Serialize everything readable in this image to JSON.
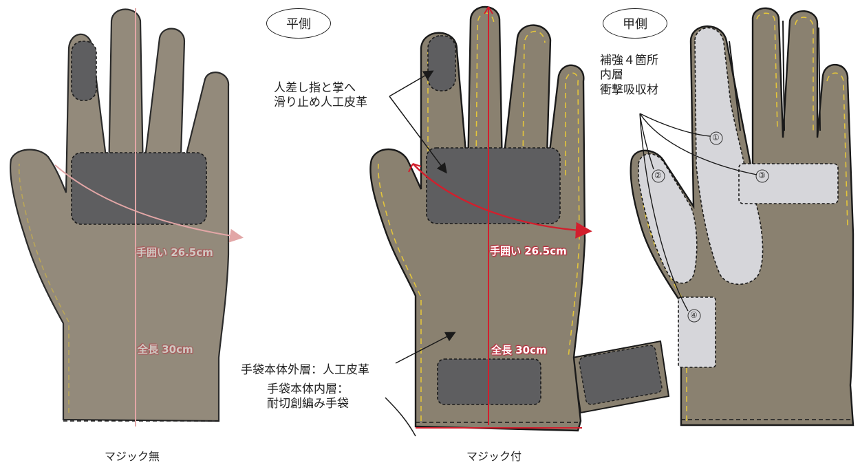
{
  "views": {
    "palm_label": "平側",
    "back_label": "甲側"
  },
  "captions": {
    "left": "マジック無",
    "middle": "マジック付"
  },
  "annotations": {
    "finger_palm_line1": "人差し指と掌へ",
    "finger_palm_line2": "滑り止め人工皮革",
    "outer_layer": "手袋本体外層：人工皮革",
    "inner_layer_line1": "手袋本体内層：",
    "inner_layer_line2": "耐切創編み手袋",
    "reinforce_line1": "補強４箇所",
    "reinforce_line2": "内層",
    "reinforce_line3": "衝撃吸収材"
  },
  "measurements": {
    "circumference": "手囲い 26.5cm",
    "length": "全長 30cm"
  },
  "reinforcement_markers": [
    "①",
    "②",
    "③",
    "④"
  ],
  "colors": {
    "glove_body": "#8a8170",
    "patch": "#5e5e60",
    "reinforcement": "#d6d6da",
    "outline": "#1a1a1a",
    "stitch_yellow": "#e3c53b",
    "measure_red": "#d21f2d"
  }
}
